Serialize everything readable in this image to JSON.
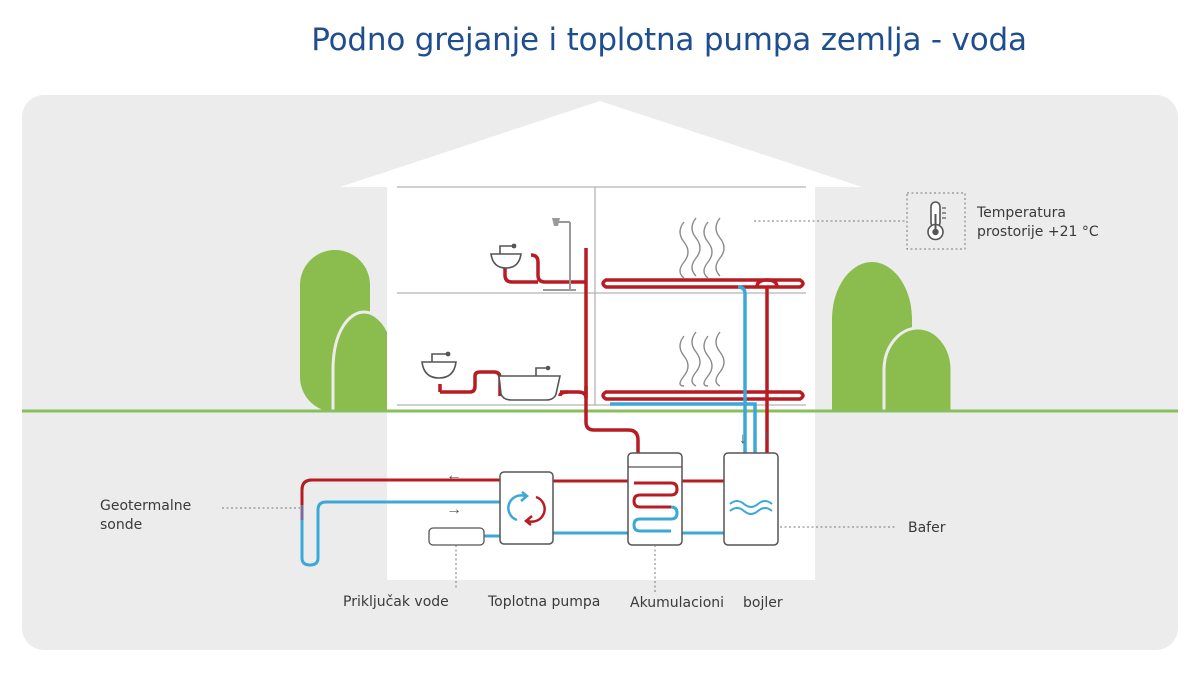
{
  "title": "Podno grejanje i toplotna pumpa zemlja - voda",
  "labels": {
    "geo_line1": "Geotermalne",
    "geo_line2": "sonde",
    "temp_line1": "Temperatura",
    "temp_line2": "prostorije +21 °C",
    "bafer": "Bafer",
    "prikljucak": "Priključak vode",
    "pumpa": "Toplotna pumpa",
    "akum": "Akumulacioni",
    "bojler": "bojler"
  },
  "colors": {
    "supply": "#b81c22",
    "return": "#3ba8d8",
    "tree": "#8bbd4e",
    "ground": "#86c05a",
    "title": "#1f4e8f"
  },
  "icons": [
    "thermometer-icon",
    "shower-icon",
    "sink-icon",
    "bathtub-icon",
    "heat-wave-icon",
    "circulation-arrows-icon",
    "coil-icon",
    "wave-icon"
  ]
}
